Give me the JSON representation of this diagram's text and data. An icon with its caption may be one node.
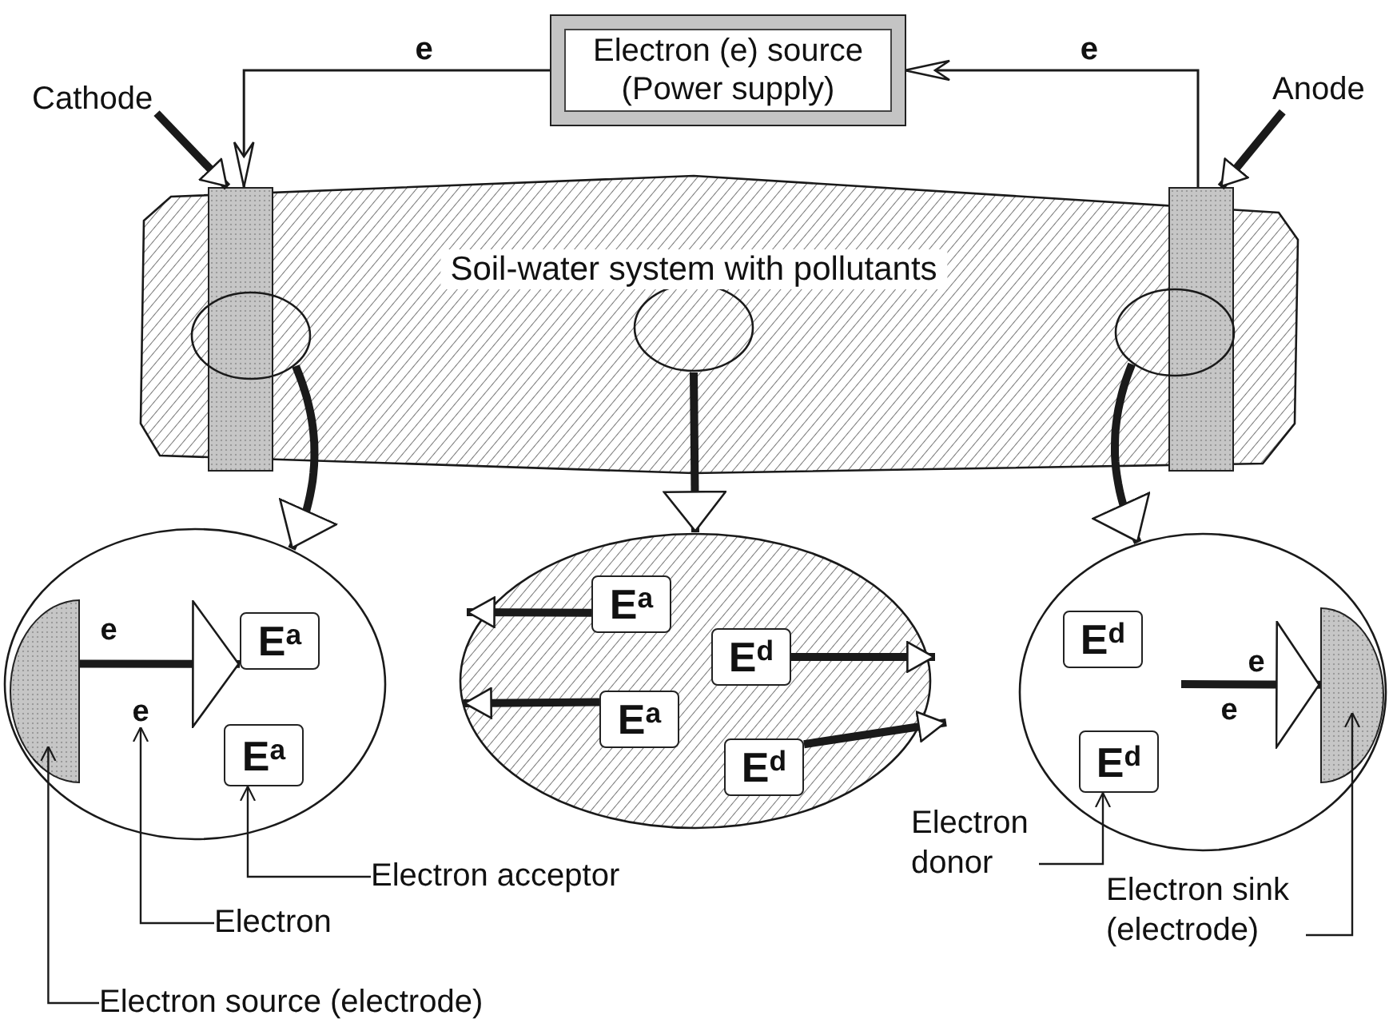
{
  "diagram": {
    "nodes": [
      {
        "text": [
          "Electron (e) source (Power supply)"
        ]
      },
      {
        "text": [
          "Cathode"
        ]
      },
      {
        "text": [
          "Anode"
        ]
      },
      {
        "text": [
          "Soil-water system with pollutants"
        ]
      },
      {
        "text": [],
        "shape": "bar",
        "in": 3
      },
      {
        "text": [],
        "shape": "bar",
        "in": 3
      },
      {
        "text": [],
        "shape": "circle",
        "in": 3
      },
      {
        "text": [],
        "shape": "circle",
        "in": 3
      },
      {
        "text": [],
        "shape": "circle",
        "in": 3
      },
      {
        "text": [],
        "shape": "circle"
      },
      {
        "text": [],
        "shape": "bar",
        "in": 9
      },
      {
        "text": [
          "e"
        ],
        "in": 9
      },
      {
        "text": [
          "e"
        ],
        "in": 9
      },
      {
        "text": [
          "E$^{a}$"
        ],
        "in": 9
      },
      {
        "text": [
          "E$^{a}$"
        ],
        "in": 9
      },
      {
        "text": [],
        "shape": "circle"
      },
      {
        "text": [
          "E$^{a}$"
        ],
        "in": 15
      },
      {
        "text": [
          "E$^{d}$"
        ],
        "in": 15
      },
      {
        "text": [
          "E$^{a}$"
        ],
        "in": 15
      },
      {
        "text": [
          "E$^{d}$"
        ],
        "in": 15
      },
      {
        "text": [],
        "shape": "circle"
      },
      {
        "text": [
          "E$^{d}$"
        ],
        "in": 20
      },
      {
        "text": [
          "E$^{d}$"
        ],
        "in": 20
      },
      {
        "text": [
          "e"
        ],
        "in": 20
      },
      {
        "text": [
          "e"
        ],
        "in": 20
      },
      {
        "text": [],
        "shape": "bar",
        "in": 20
      },
      {
        "text": [
          "Electron acceptor"
        ]
      },
      {
        "text": [
          "Electron"
        ]
      },
      {
        "text": [
          "Electron source (electrode)"
        ]
      },
      {
        "text": [
          "Electron donor"
        ]
      },
      {
        "text": [
          "Electron sink (electrode)"
        ]
      }
    ],
    "edges": [
      {
        "from": 0,
        "to": 4,
        "arrow": "to",
        "label": "e"
      },
      {
        "from": 5,
        "to": 0,
        "arrow": "to",
        "label": "e"
      },
      {
        "from": 1,
        "to": 4,
        "arrow": "to"
      },
      {
        "from": 2,
        "to": 5,
        "arrow": "to"
      },
      {
        "from": 6,
        "to": 9,
        "arrow": "to"
      },
      {
        "from": 7,
        "to": 15,
        "arrow": "to"
      },
      {
        "from": 8,
        "to": 20,
        "arrow": "to"
      },
      {
        "from": 16,
        "to": null,
        "arrow": "to"
      },
      {
        "from": 18,
        "to": null,
        "arrow": "to"
      },
      {
        "from": 17,
        "to": null,
        "arrow": "to"
      },
      {
        "from": 19,
        "to": null,
        "arrow": "to"
      },
      {
        "from": 10,
        "to": 13,
        "arrow": "to"
      },
      {
        "from": null,
        "to": 25,
        "arrow": "to"
      },
      {
        "from": 26,
        "to": 14,
        "arrow": "to"
      },
      {
        "from": 27,
        "to": 12,
        "arrow": "to"
      },
      {
        "from": 28,
        "to": 10,
        "arrow": "to"
      },
      {
        "from": 29,
        "to": 22,
        "arrow": "to"
      },
      {
        "from": 30,
        "to": 25,
        "arrow": "to"
      }
    ]
  }
}
